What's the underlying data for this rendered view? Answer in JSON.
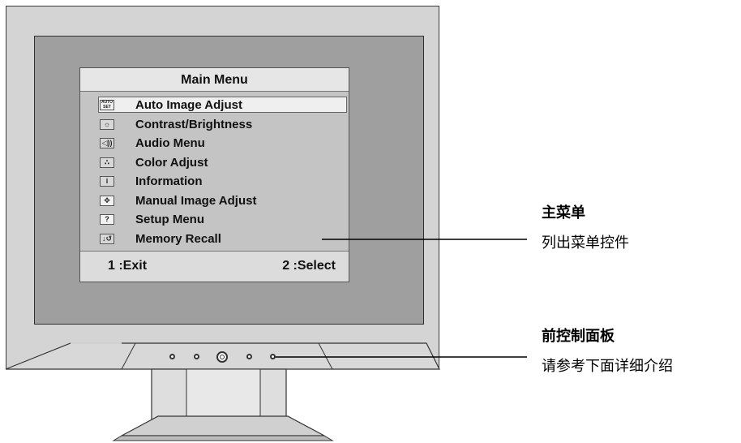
{
  "osd": {
    "title": "Main Menu",
    "items": [
      {
        "label": "Auto Image Adjust",
        "icon": "auto-set-icon",
        "glyph": "AUTO SET",
        "selected": true
      },
      {
        "label": "Contrast/Brightness",
        "icon": "contrast-brightness-icon",
        "glyph": "☼",
        "selected": false
      },
      {
        "label": "Audio Menu",
        "icon": "speaker-icon",
        "glyph": "◁))",
        "selected": false
      },
      {
        "label": "Color Adjust",
        "icon": "color-icon",
        "glyph": "∴",
        "selected": false
      },
      {
        "label": "Information",
        "icon": "info-icon",
        "glyph": "i",
        "selected": false
      },
      {
        "label": "Manual Image Adjust",
        "icon": "move-icon",
        "glyph": "✥",
        "selected": false
      },
      {
        "label": "Setup Menu",
        "icon": "question-icon",
        "glyph": "?",
        "selected": false
      },
      {
        "label": "Memory Recall",
        "icon": "recall-icon",
        "glyph": "↓↺",
        "selected": false
      }
    ],
    "footer": {
      "exit": "1 :Exit",
      "select": "2 :Select"
    }
  },
  "callouts": {
    "main_menu": {
      "title": "主菜单",
      "text": "列出菜单控件"
    },
    "front_panel": {
      "title": "前控制面板",
      "text": "请参考下面详细介绍"
    }
  }
}
